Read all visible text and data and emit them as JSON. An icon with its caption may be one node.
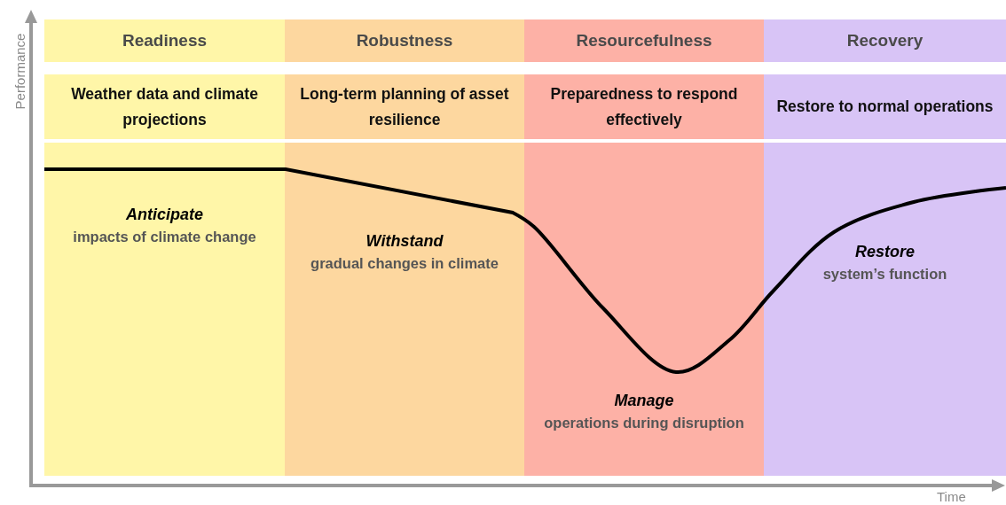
{
  "diagram": {
    "nodes": [
      {
        "text": [
          "Readiness"
        ]
      },
      {
        "text": [
          "Robustness"
        ]
      },
      {
        "text": [
          "Resourcefulness"
        ]
      },
      {
        "text": [
          "Recovery"
        ]
      },
      {
        "text": [
          "Weather data and climate projections"
        ]
      },
      {
        "text": [
          "Long-term planning of asset resilience"
        ]
      },
      {
        "text": [
          "Preparedness to respond effectively"
        ]
      },
      {
        "text": [
          "Restore to normal operations"
        ]
      },
      {
        "text": [
          "Anticipate",
          "impacts of climate change"
        ]
      },
      {
        "text": [
          "Withstand",
          "gradual changes in climate"
        ]
      },
      {
        "text": [
          "Manage",
          "operations during disruption"
        ]
      },
      {
        "text": [
          "Restore",
          "system’s function"
        ]
      }
    ],
    "labels": [
      "Performance",
      "Time"
    ]
  }
}
